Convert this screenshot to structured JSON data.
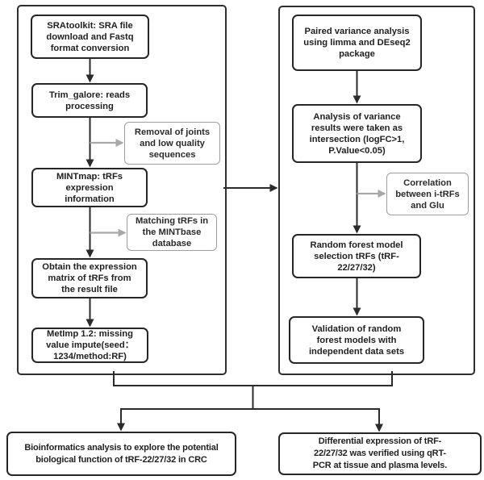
{
  "title": "tRF analysis workflow flowchart",
  "colors": {
    "line": "#2b2b2b",
    "note_line": "#a8a8a8",
    "box_border": "#262626",
    "note_border": "#9e9e9e",
    "panel_border": "#2e2e2e",
    "text": "#1f1f1f",
    "background": "#ffffff"
  },
  "left_panel": {
    "steps": [
      "SRAtoolkit: SRA file\ndownload and Fastq\nformat conversion",
      "Trim_galore: reads\nprocessing",
      "MINTmap: tRFs\nexpression\ninformation",
      "Obtain the expression\nmatrix of tRFs from\nthe result file",
      "MetImp 1.2: missing\nvalue impute(seed：\n1234/method:RF)"
    ],
    "notes": [
      "Removal of joints\nand low quality\nsequences",
      "Matching tRFs in\nthe MINTbase\ndatabase"
    ]
  },
  "right_panel": {
    "steps": [
      "Paired variance analysis\nusing limma and DEseq2\npackage",
      "Analysis of variance\nresults were taken as\nintersection (logFC>1,\nP.Value<0.05)",
      "Random forest model\nselection tRFs  (tRF-\n22/27/32)",
      "Validation of random\nforest models with\nindependent data sets"
    ],
    "notes": [
      "Correlation\nbetween i-tRFs\nand Glu"
    ]
  },
  "outcomes": [
    "Bioinformatics analysis to explore the potential\nbiological function of tRF-22/27/32 in CRC",
    "Differential expression of tRF-\n22/27/32 was verified using qRT-\nPCR at tissue and plasma levels."
  ]
}
